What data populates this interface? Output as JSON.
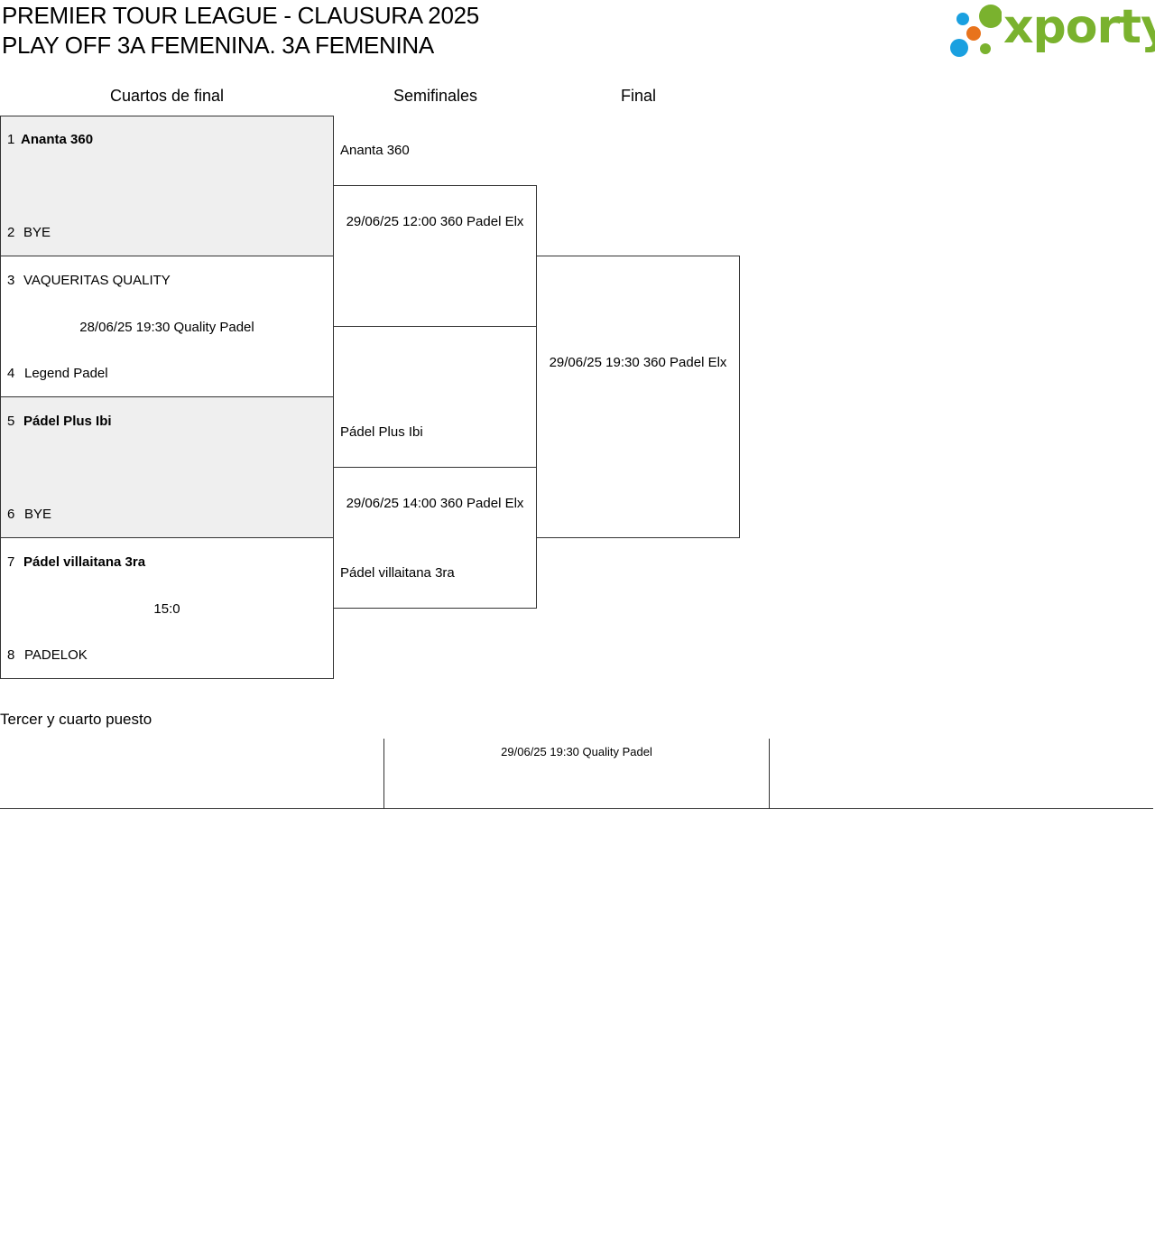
{
  "header": {
    "title_line1": "PREMIER TOUR LEAGUE - CLAUSURA 2025",
    "title_line2": "PLAY OFF 3A FEMENINA. 3A FEMENINA",
    "logo_text": "xporty",
    "logo_colors": [
      "#1aa0e0",
      "#e8731c",
      "#7ab22e"
    ]
  },
  "rounds": {
    "quarterfinals": "Cuartos de final",
    "semifinals": "Semifinales",
    "final": "Final"
  },
  "quarterfinals": [
    {
      "seed_a": "1",
      "team_a": "Ananta 360",
      "seed_b": "2",
      "team_b": "BYE",
      "info": ""
    },
    {
      "seed_a": "3",
      "team_a": "VAQUERITAS QUALITY",
      "seed_b": "4",
      "team_b": "Legend Padel",
      "info": "28/06/25 19:30 Quality Padel"
    },
    {
      "seed_a": "5",
      "team_a": "Pádel Plus Ibi",
      "seed_b": "6",
      "team_b": "BYE",
      "info": ""
    },
    {
      "seed_a": "7",
      "team_a": "Pádel villaitana 3ra",
      "seed_b": "8",
      "team_b": "PADELOK",
      "info": "15:0"
    }
  ],
  "semifinals": [
    {
      "team_a": "Ananta 360",
      "team_b": "",
      "info": "29/06/25 12:00 360 Padel Elx"
    },
    {
      "team_a": "Pádel Plus Ibi",
      "team_b": "Pádel villaitana 3ra",
      "info": "29/06/25 14:00 360 Padel Elx"
    }
  ],
  "final": {
    "info": "29/06/25 19:30 360 Padel Elx"
  },
  "third_place": {
    "title": "Tercer y cuarto puesto",
    "info": "29/06/25 19:30 Quality Padel"
  }
}
